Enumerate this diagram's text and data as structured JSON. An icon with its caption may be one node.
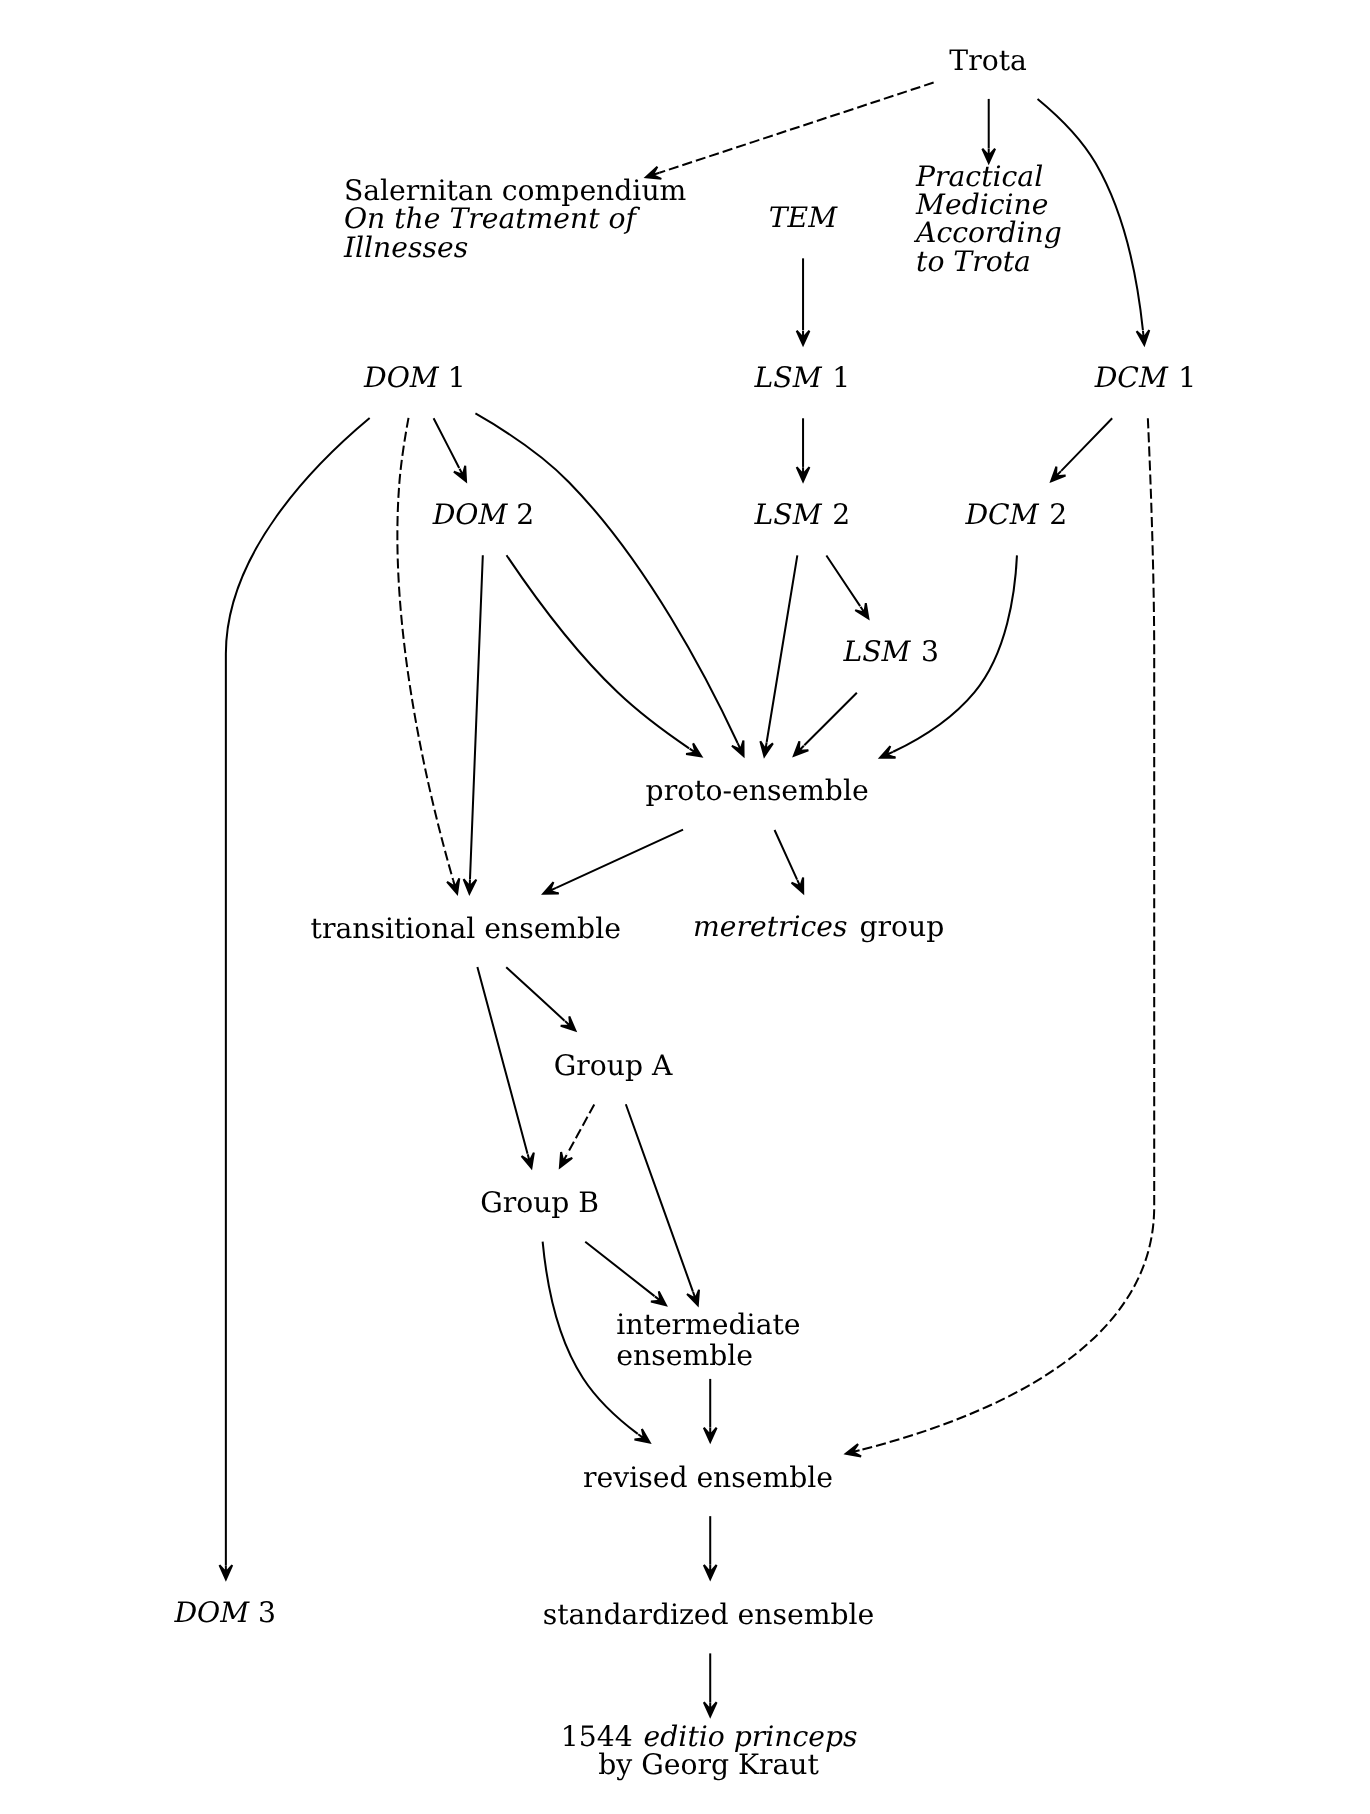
{
  "diagram": {
    "nodes": [
      {
        "text": [
          "Trota"
        ]
      },
      {
        "text": [
          "*Practical Medicine According to Trota*"
        ]
      },
      {
        "text": [
          "Salernitan compendium",
          "*On the Treatment of Illnesses*"
        ]
      },
      {
        "text": [
          "*TEM*"
        ]
      },
      {
        "text": [
          "*LSM* 1"
        ]
      },
      {
        "text": [
          "*LSM* 2"
        ]
      },
      {
        "text": [
          "*LSM* 3"
        ]
      },
      {
        "text": [
          "*DCM* 1"
        ]
      },
      {
        "text": [
          "*DCM* 2"
        ]
      },
      {
        "text": [
          "*DOM* 1"
        ]
      },
      {
        "text": [
          "*DOM* 2"
        ]
      },
      {
        "text": [
          "proto-ensemble"
        ]
      },
      {
        "text": [
          "*meretrices* group"
        ]
      },
      {
        "text": [
          "transitional ensemble"
        ]
      },
      {
        "text": [
          "Group A"
        ]
      },
      {
        "text": [
          "Group B"
        ]
      },
      {
        "text": [
          "intermediate ensemble"
        ]
      },
      {
        "text": [
          "revised ensemble"
        ]
      },
      {
        "text": [
          "standardized ensemble"
        ]
      },
      {
        "text": [
          "1544 *editio princeps* by Georg Kraut"
        ]
      },
      {
        "text": [
          "*DOM* 3"
        ]
      }
    ],
    "edges": [
      {
        "from": 0,
        "to": 1,
        "arrow": "to"
      },
      {
        "from": 0,
        "to": 2,
        "arrow": "to",
        "style": "dashed"
      },
      {
        "from": 0,
        "to": 7,
        "arrow": "to"
      },
      {
        "from": 3,
        "to": 4,
        "arrow": "to"
      },
      {
        "from": 4,
        "to": 5,
        "arrow": "to"
      },
      {
        "from": 5,
        "to": 6,
        "arrow": "to"
      },
      {
        "from": 5,
        "to": 11,
        "arrow": "to"
      },
      {
        "from": 6,
        "to": 11,
        "arrow": "to"
      },
      {
        "from": 7,
        "to": 8,
        "arrow": "to"
      },
      {
        "from": 7,
        "to": 17,
        "arrow": "to",
        "style": "dashed"
      },
      {
        "from": 8,
        "to": 11,
        "arrow": "to"
      },
      {
        "from": 9,
        "to": 10,
        "arrow": "to"
      },
      {
        "from": 9,
        "to": 11,
        "arrow": "to"
      },
      {
        "from": 9,
        "to": 13,
        "arrow": "to",
        "style": "dashed"
      },
      {
        "from": 9,
        "to": 20,
        "arrow": "to"
      },
      {
        "from": 10,
        "to": 11,
        "arrow": "to"
      },
      {
        "from": 10,
        "to": 13,
        "arrow": "to"
      },
      {
        "from": 11,
        "to": 12,
        "arrow": "to"
      },
      {
        "from": 11,
        "to": 13,
        "arrow": "to"
      },
      {
        "from": 13,
        "to": 14,
        "arrow": "to"
      },
      {
        "from": 13,
        "to": 15,
        "arrow": "to"
      },
      {
        "from": 14,
        "to": 15,
        "arrow": "to",
        "style": "dashed"
      },
      {
        "from": 14,
        "to": 16,
        "arrow": "to"
      },
      {
        "from": 15,
        "to": 16,
        "arrow": "to"
      },
      {
        "from": 16,
        "to": 17,
        "arrow": "to"
      },
      {
        "from": 15,
        "to": 17,
        "arrow": "to"
      },
      {
        "from": 17,
        "to": 18,
        "arrow": "to"
      },
      {
        "from": 18,
        "to": 19,
        "arrow": "to"
      }
    ]
  }
}
